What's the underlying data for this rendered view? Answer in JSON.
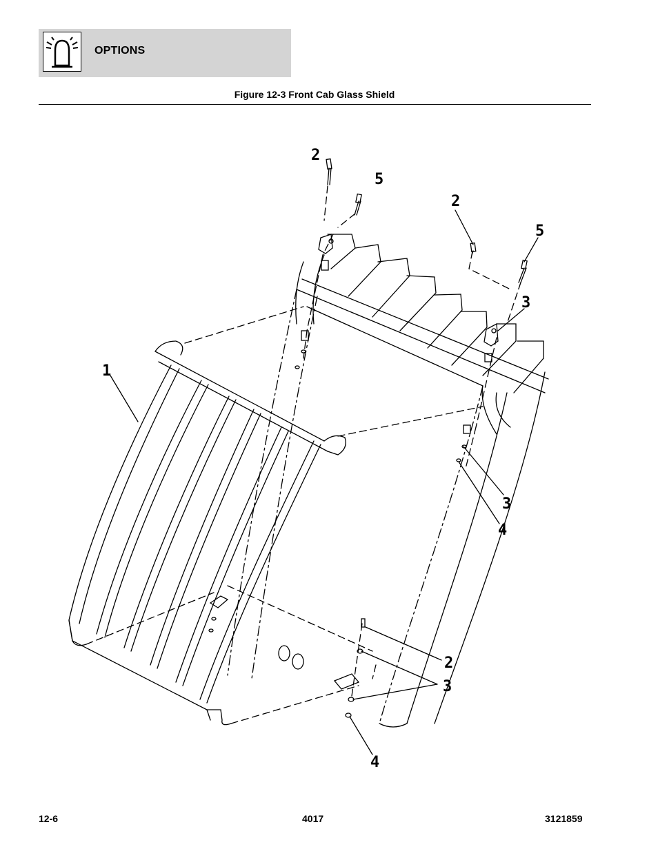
{
  "header": {
    "section_title": "OPTIONS",
    "icon": "warning-beacon-icon"
  },
  "figure": {
    "caption": "Figure 12-3 Front Cab Glass Shield",
    "callouts": [
      "2",
      "5",
      "2",
      "5",
      "3",
      "1",
      "3",
      "4",
      "2",
      "3",
      "4"
    ]
  },
  "footer": {
    "page_number": "12-6",
    "model": "4017",
    "document_number": "3121859"
  }
}
